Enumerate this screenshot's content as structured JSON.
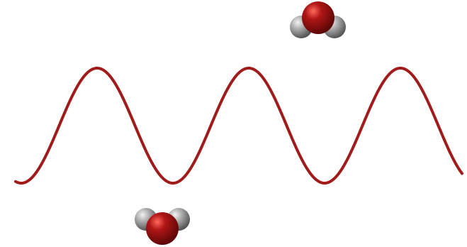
{
  "scene": {
    "background": "#ffffff",
    "wave": {
      "color": "#a11b1b",
      "shape": "sine",
      "periods": 3
    },
    "molecules": [
      {
        "name": "water",
        "atoms": [
          "O",
          "H",
          "H"
        ],
        "oxygen_color": "#b01616",
        "hydrogen_color": "#a8a8a8",
        "orientation": "hydrogens-down"
      },
      {
        "name": "water",
        "atoms": [
          "O",
          "H",
          "H"
        ],
        "oxygen_color": "#b01616",
        "hydrogen_color": "#a8a8a8",
        "orientation": "hydrogens-up"
      }
    ]
  }
}
